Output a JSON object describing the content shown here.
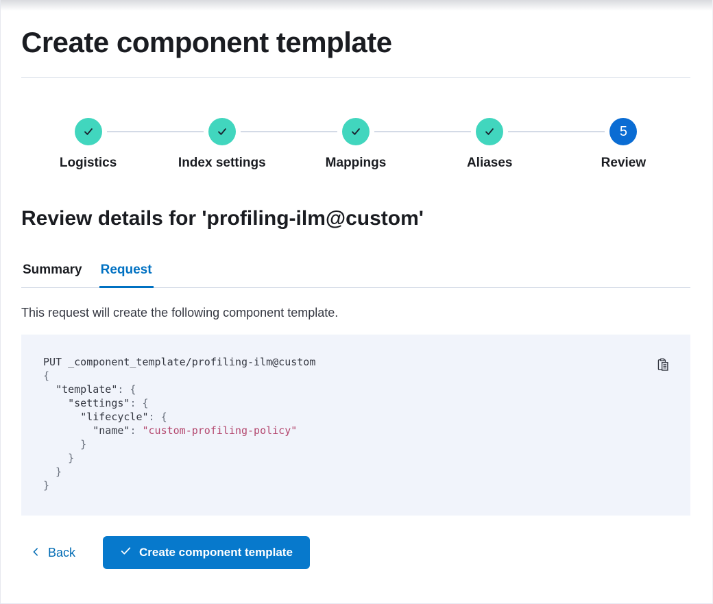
{
  "page": {
    "title": "Create component template"
  },
  "stepper": {
    "steps": [
      {
        "label": "Logistics",
        "status": "complete",
        "icon": "check-icon"
      },
      {
        "label": "Index settings",
        "status": "complete",
        "icon": "check-icon"
      },
      {
        "label": "Mappings",
        "status": "complete",
        "icon": "check-icon"
      },
      {
        "label": "Aliases",
        "status": "complete",
        "icon": "check-icon"
      },
      {
        "label": "Review",
        "status": "current",
        "number": "5"
      }
    ]
  },
  "review": {
    "heading": "Review details for 'profiling-ilm@custom'",
    "tabs": [
      {
        "label": "Summary",
        "selected": false
      },
      {
        "label": "Request",
        "selected": true
      }
    ],
    "description": "This request will create the following component template."
  },
  "code": {
    "copy_icon": "copy-clipboard-icon",
    "lines": [
      [
        {
          "t": "PUT _component_template/profiling-ilm@custom",
          "c": "p"
        }
      ],
      [
        {
          "t": "{",
          "c": "u"
        }
      ],
      [
        {
          "t": "  ",
          "c": "p"
        },
        {
          "t": "\"template\"",
          "c": "k"
        },
        {
          "t": ": {",
          "c": "u"
        }
      ],
      [
        {
          "t": "    ",
          "c": "p"
        },
        {
          "t": "\"settings\"",
          "c": "k"
        },
        {
          "t": ": {",
          "c": "u"
        }
      ],
      [
        {
          "t": "      ",
          "c": "p"
        },
        {
          "t": "\"lifecycle\"",
          "c": "k"
        },
        {
          "t": ": {",
          "c": "u"
        }
      ],
      [
        {
          "t": "        ",
          "c": "p"
        },
        {
          "t": "\"name\"",
          "c": "k"
        },
        {
          "t": ": ",
          "c": "u"
        },
        {
          "t": "\"custom-profiling-policy\"",
          "c": "s"
        }
      ],
      [
        {
          "t": "      }",
          "c": "u"
        }
      ],
      [
        {
          "t": "    }",
          "c": "u"
        }
      ],
      [
        {
          "t": "  }",
          "c": "u"
        }
      ],
      [
        {
          "t": "}",
          "c": "u"
        }
      ]
    ]
  },
  "footer": {
    "back_label": "Back",
    "create_label": "Create component template"
  },
  "colors": {
    "teal": "#41D6BE",
    "step-check": "#1A2430",
    "step-current-bg": "#0A6CD3",
    "primary-button": "#0779CC",
    "link": "#006BB4",
    "tab-selected": "#0071C2",
    "heading-text": "#1A1C21",
    "body-text": "#343741",
    "divider": "#D3DAE6",
    "code-bg": "#F1F4FB",
    "code-plain": "#343741",
    "code-punct": "#6A717E",
    "code-string": "#B4476E"
  }
}
